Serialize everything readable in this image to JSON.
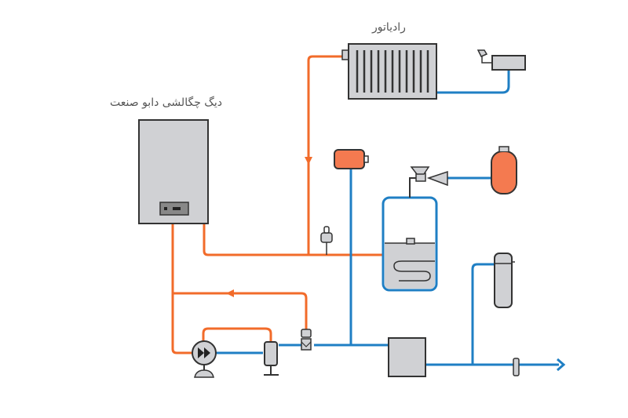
{
  "labels": {
    "radiator": "رادیاتور",
    "boiler": "دیگ چگالشی دابو صنعت"
  },
  "colors": {
    "hot_pipe": "#f26b2a",
    "cold_pipe": "#1f7fc4",
    "component_fill": "#d0d1d4",
    "outline": "#333333",
    "tank_fill": "#f47a50"
  },
  "components": [
    {
      "name": "boiler",
      "label_ref": "labels.boiler"
    },
    {
      "name": "radiator",
      "label_ref": "labels.radiator"
    },
    {
      "name": "thermostat-sensor"
    },
    {
      "name": "expansion-vessel-small"
    },
    {
      "name": "expansion-vessel-large"
    },
    {
      "name": "pressure-reducing-valve"
    },
    {
      "name": "storage-water-heater-coil"
    },
    {
      "name": "air-vent"
    },
    {
      "name": "circulation-pump"
    },
    {
      "name": "hydraulic-separator"
    },
    {
      "name": "three-way-valve"
    },
    {
      "name": "water-treatment-box"
    },
    {
      "name": "water-filter-cylinder"
    },
    {
      "name": "inline-check-valve"
    }
  ]
}
